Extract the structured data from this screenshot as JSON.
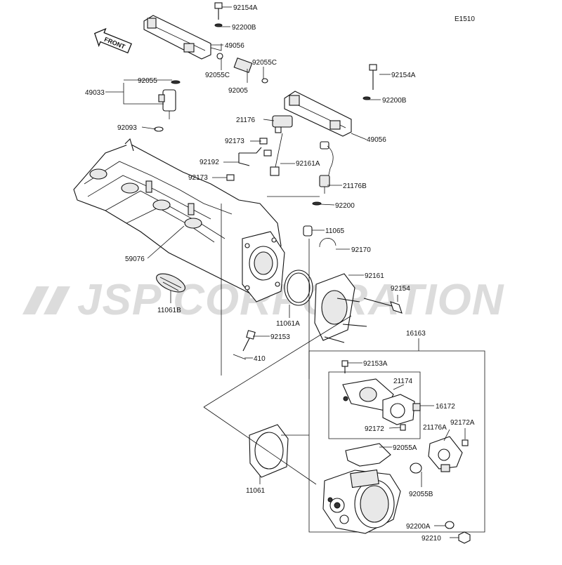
{
  "diagram_code": "E1510",
  "front_label": "FRONT",
  "watermark": "JSP CORPORATION",
  "parts": [
    "92154A",
    "92200B",
    "49056",
    "92055C",
    "92055C",
    "92005",
    "92055",
    "49033",
    "92154A",
    "92200B",
    "21176",
    "92093",
    "92173",
    "92192",
    "92161A",
    "49056",
    "92173",
    "21176B",
    "92200",
    "11065",
    "59076",
    "92170",
    "92161",
    "92154",
    "11061B",
    "11061A",
    "92153",
    "410",
    "16163",
    "92153A",
    "21174",
    "16172",
    "92172",
    "92172A",
    "21176A",
    "92055A",
    "11061",
    "92055B",
    "92200A",
    "92210"
  ]
}
